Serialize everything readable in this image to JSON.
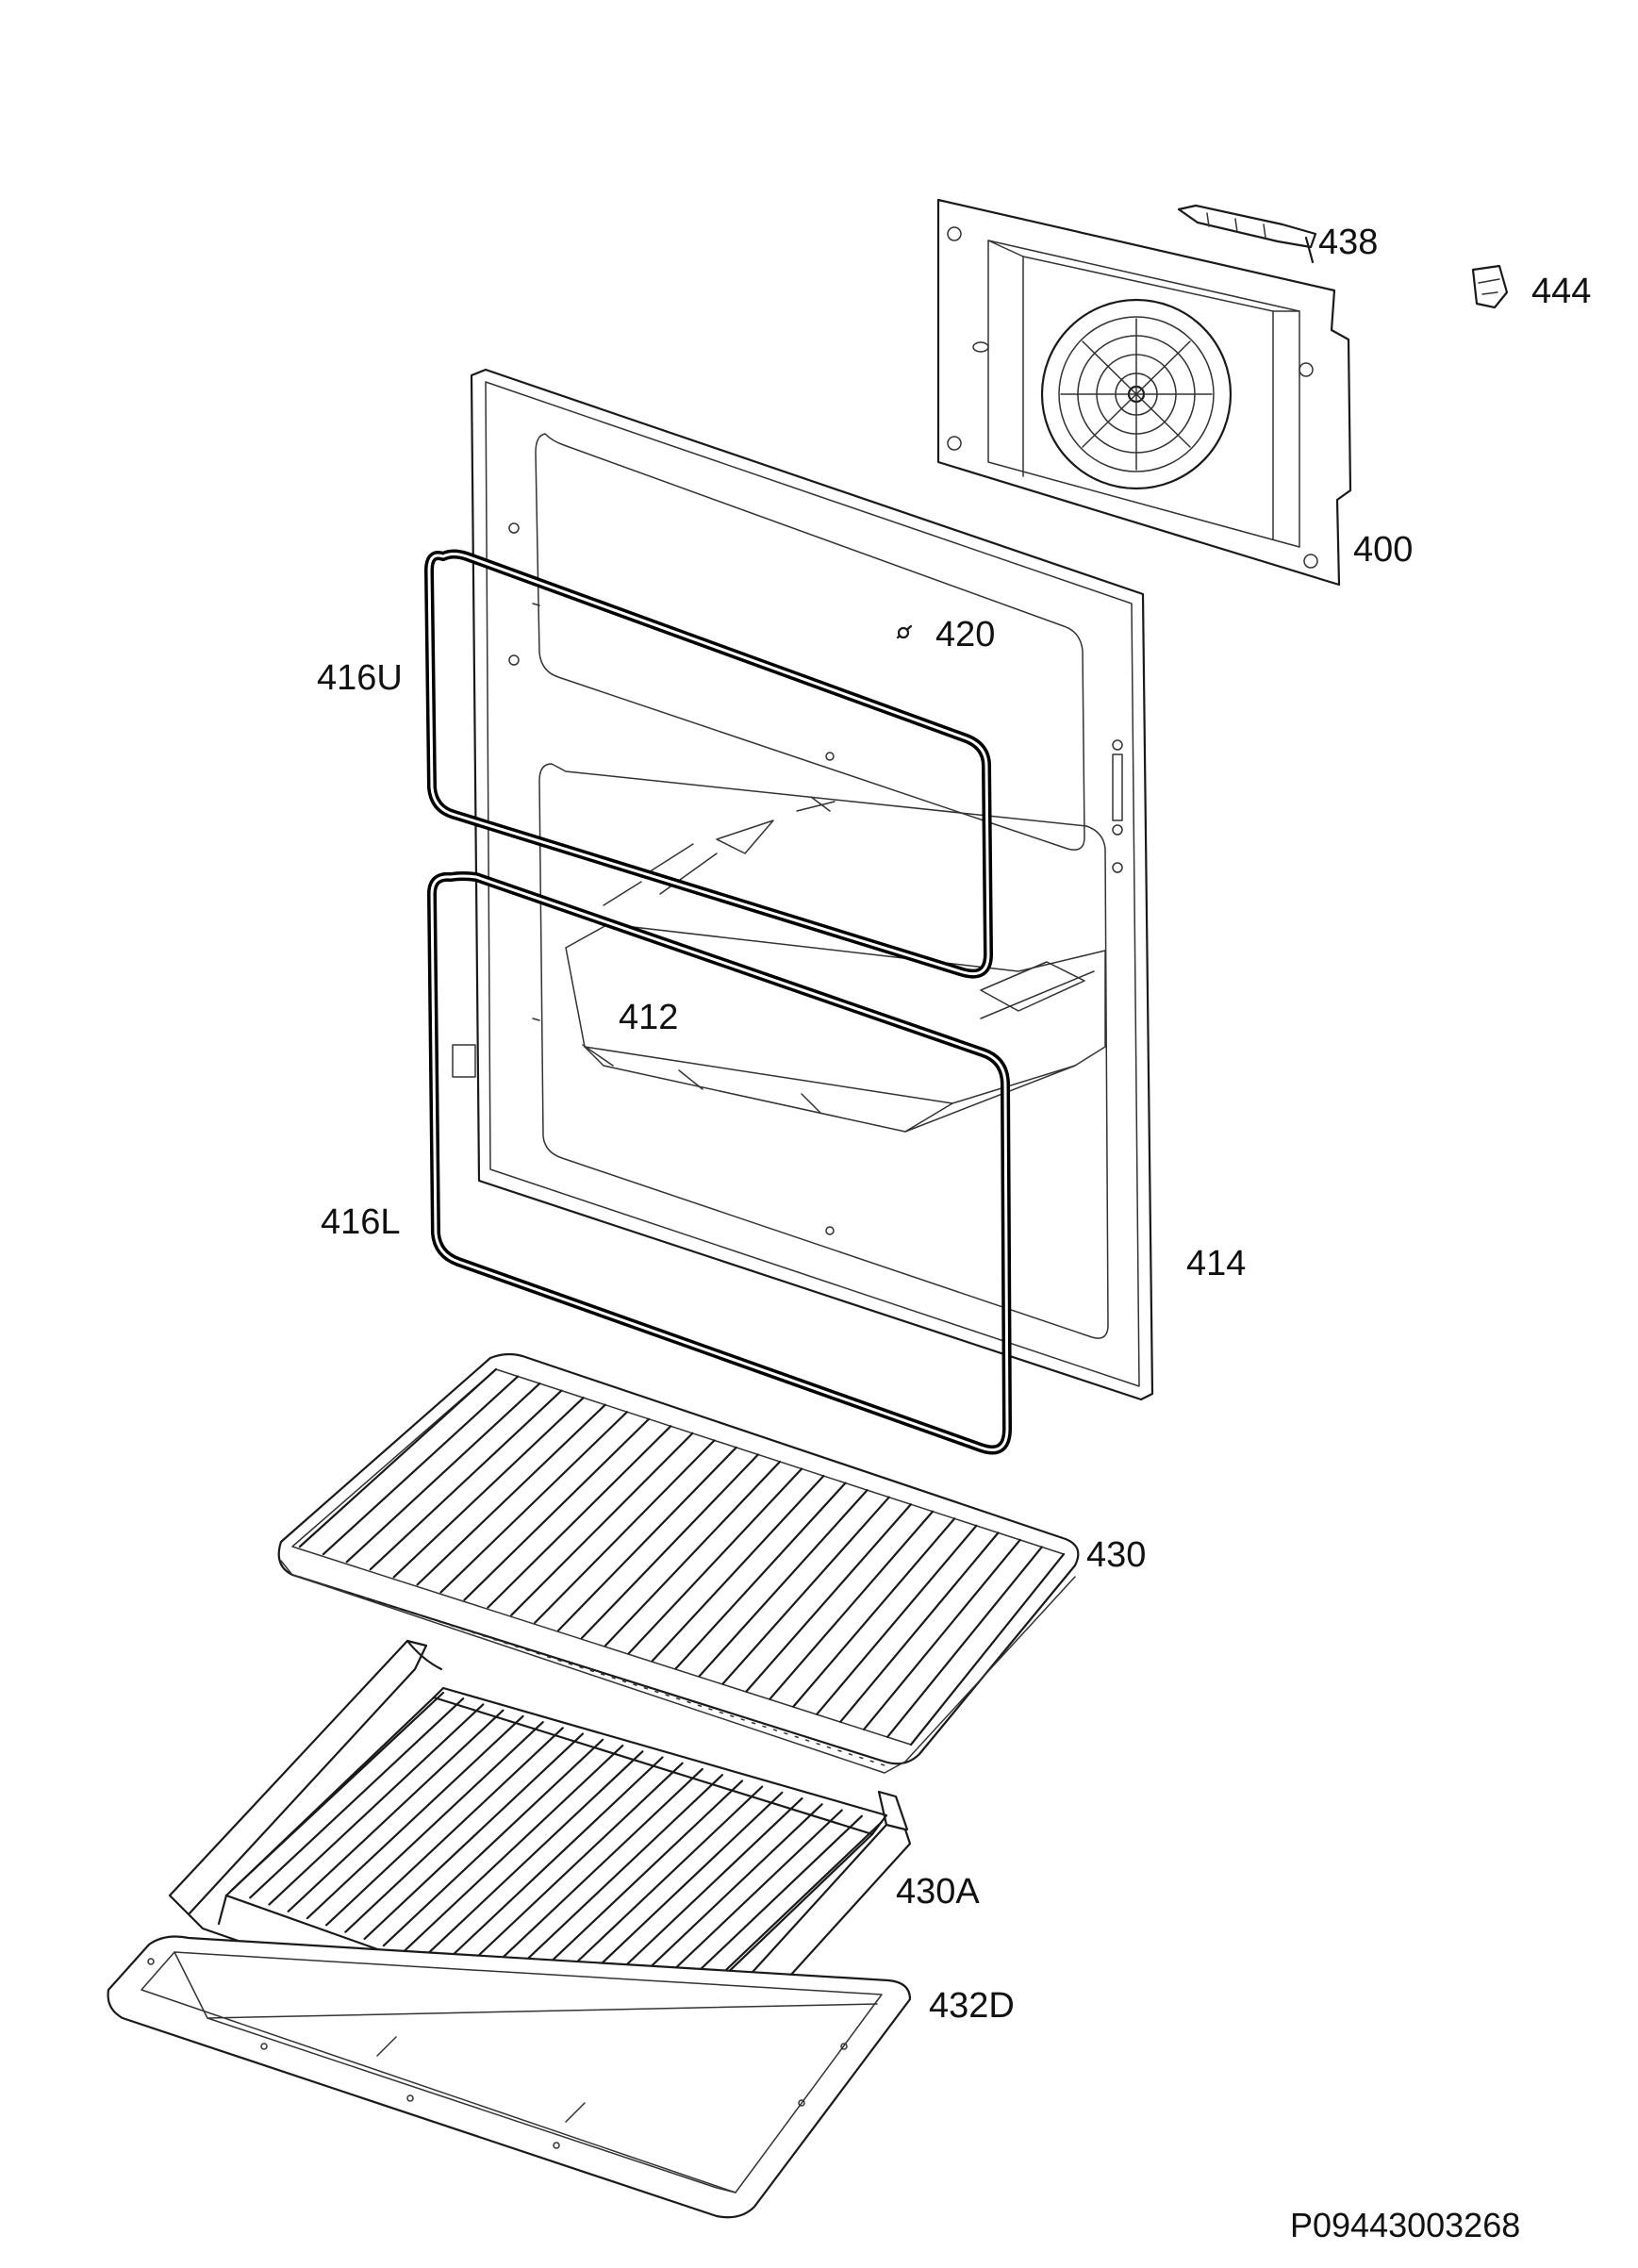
{
  "diagram": {
    "parts": [
      {
        "id": "438",
        "label": "438",
        "icon": "bracket-icon"
      },
      {
        "id": "444",
        "label": "444",
        "icon": "clip-icon"
      },
      {
        "id": "400",
        "label": "400",
        "icon": "fan-cover-panel-icon"
      },
      {
        "id": "420",
        "label": "420",
        "icon": "screw-icon"
      },
      {
        "id": "416U",
        "label": "416U",
        "icon": "upper-gasket-icon"
      },
      {
        "id": "412",
        "label": "412",
        "icon": "oven-cavity-icon"
      },
      {
        "id": "416L",
        "label": "416L",
        "icon": "lower-gasket-icon"
      },
      {
        "id": "414",
        "label": "414",
        "icon": "front-frame-icon"
      },
      {
        "id": "430",
        "label": "430",
        "icon": "wire-shelf-icon"
      },
      {
        "id": "430A",
        "label": "430A",
        "icon": "grill-rack-icon"
      },
      {
        "id": "432D",
        "label": "432D",
        "icon": "baking-tray-icon"
      }
    ],
    "document_number": "P09443003268"
  }
}
